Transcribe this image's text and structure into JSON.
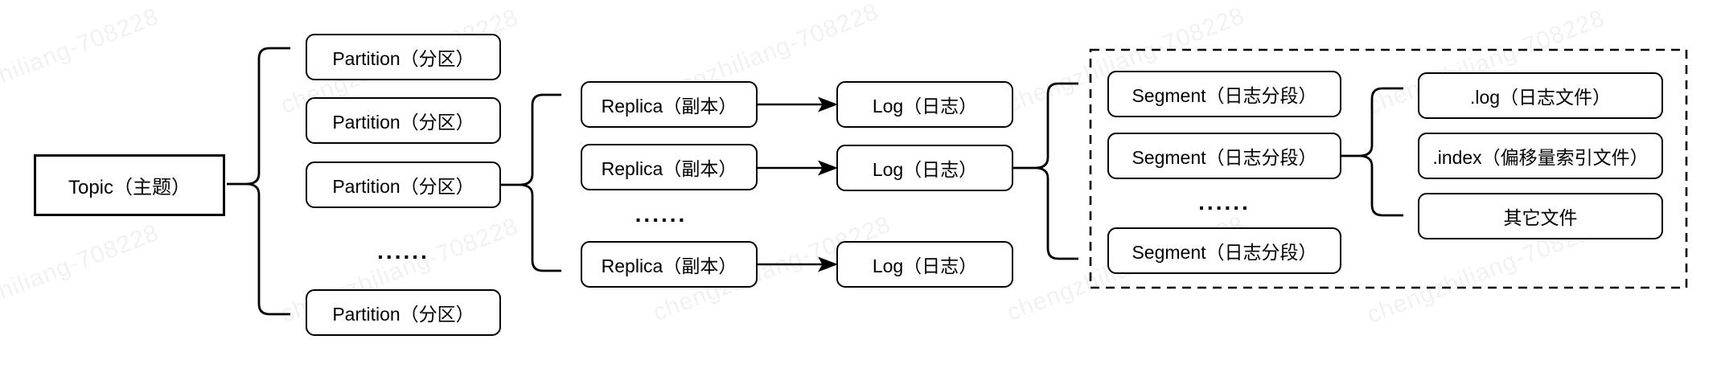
{
  "watermark": "chengzhiliang-708228",
  "ellipsis": "......",
  "topic": "Topic（主题）",
  "partitions": [
    "Partition（分区）",
    "Partition（分区）",
    "Partition（分区）",
    "Partition（分区）"
  ],
  "replicas": [
    "Replica（副本）",
    "Replica（副本）",
    "Replica（副本）"
  ],
  "logs": [
    "Log（日志）",
    "Log（日志）",
    "Log（日志）"
  ],
  "segments": [
    "Segment（日志分段）",
    "Segment（日志分段）",
    "Segment（日志分段）"
  ],
  "files": [
    ".log（日志文件）",
    ".index（偏移量索引文件）",
    "其它文件"
  ],
  "colors": {
    "line": "#000000",
    "box_background": "#ffffff",
    "watermark_tint": "#ededed"
  }
}
